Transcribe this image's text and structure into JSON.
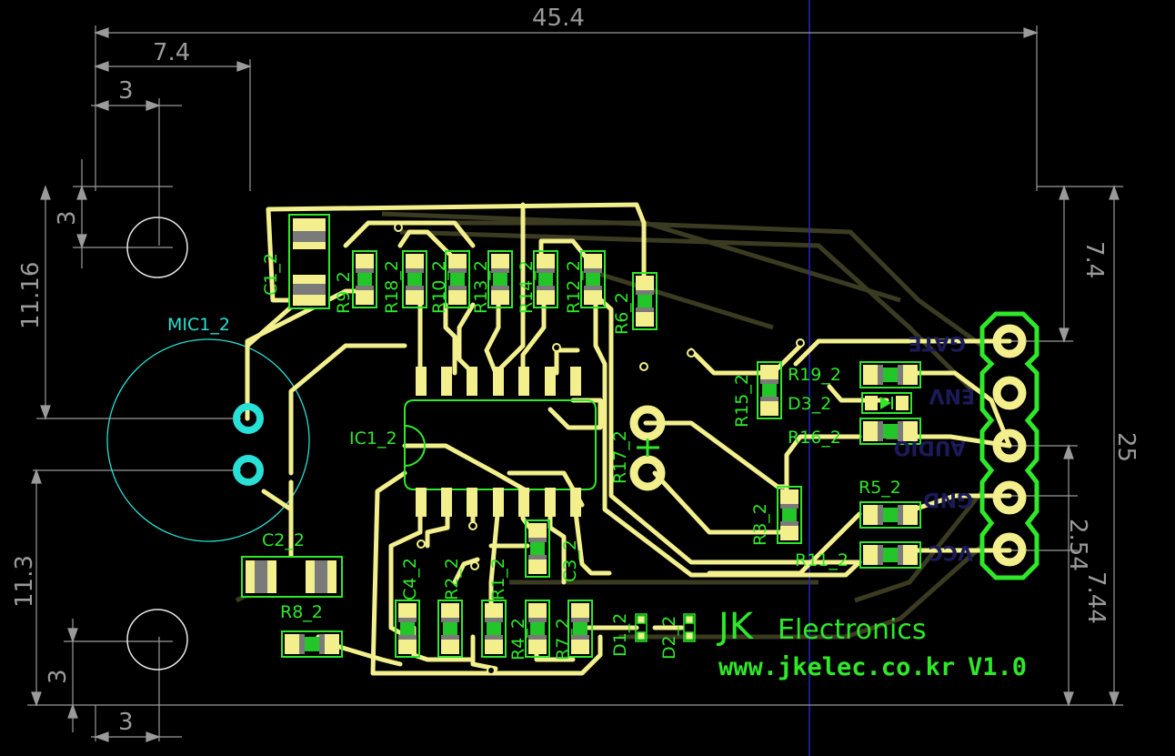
{
  "dimensions": {
    "width_total": "45.4",
    "left_offset": "7.4",
    "hole_offset_x": "3",
    "hole_offset_y": "3",
    "mid_height": "11.16",
    "lower_height": "11.3",
    "bottom_left_y": "3",
    "bottom_left_x": "3",
    "right_top": "7.4",
    "height_total": "25",
    "pin_pitch": "2.54",
    "right_bottom": "7.44"
  },
  "components": {
    "C1": "C1_2",
    "R9": "R9_2",
    "R18": "R18_2",
    "R10": "R10_2",
    "R13": "R13_2",
    "R14": "R14_2",
    "R12": "R12_2",
    "R6": "R6_2",
    "MIC1": "MIC1_2",
    "IC1": "IC1_2",
    "R15": "R15_2",
    "R19": "R19_2",
    "D3": "D3_2",
    "R16": "R16_2",
    "R17": "R17_2",
    "R3": "R3_2",
    "R5": "R5_2",
    "R11": "R11_2",
    "C2": "C2_2",
    "R8": "R8_2",
    "C4": "C4_2",
    "R2": "R2_2",
    "R1": "R1_2",
    "C3": "C3_2",
    "R4": "R4_2",
    "R7": "R7_2",
    "D1": "D1_2",
    "D2": "D2_2"
  },
  "connector_labels": [
    "GATE",
    "ENV",
    "AUDIO",
    "GND",
    "VCC"
  ],
  "brand": {
    "jk": "JK",
    "name": "Electronics",
    "url": "www.jkelec.co.kr",
    "version": "V1.0"
  },
  "colors": {
    "background": "#000000",
    "copper": "#f2ef8c",
    "pad_green": "#22c628",
    "silkscreen": "#2ee829",
    "dimension": "#9a9a9a",
    "mic_outline": "#28e0d6",
    "bottom_trace": "#3b3b22",
    "axis": "#2424c8"
  }
}
